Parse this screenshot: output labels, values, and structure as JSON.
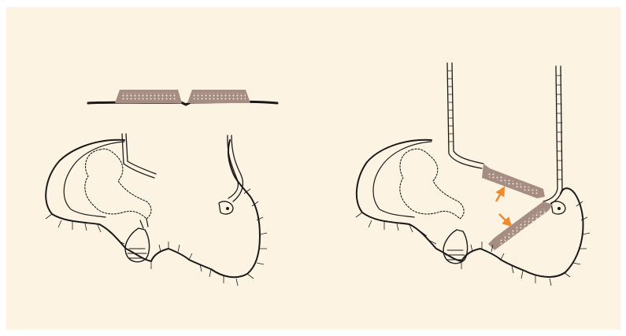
{
  "figure": {
    "background": "#fdf3e3",
    "ink": "#1a1a1a",
    "plate_fill": "#a58d84",
    "plate_dots": "#f4ead9",
    "arrow_color": "#f08a2a"
  },
  "panels": [
    {
      "name": "left-panel-intact",
      "state": "plates joined, flat"
    },
    {
      "name": "right-panel-folded",
      "state": "plates hinged with arrows indicating motion"
    }
  ]
}
